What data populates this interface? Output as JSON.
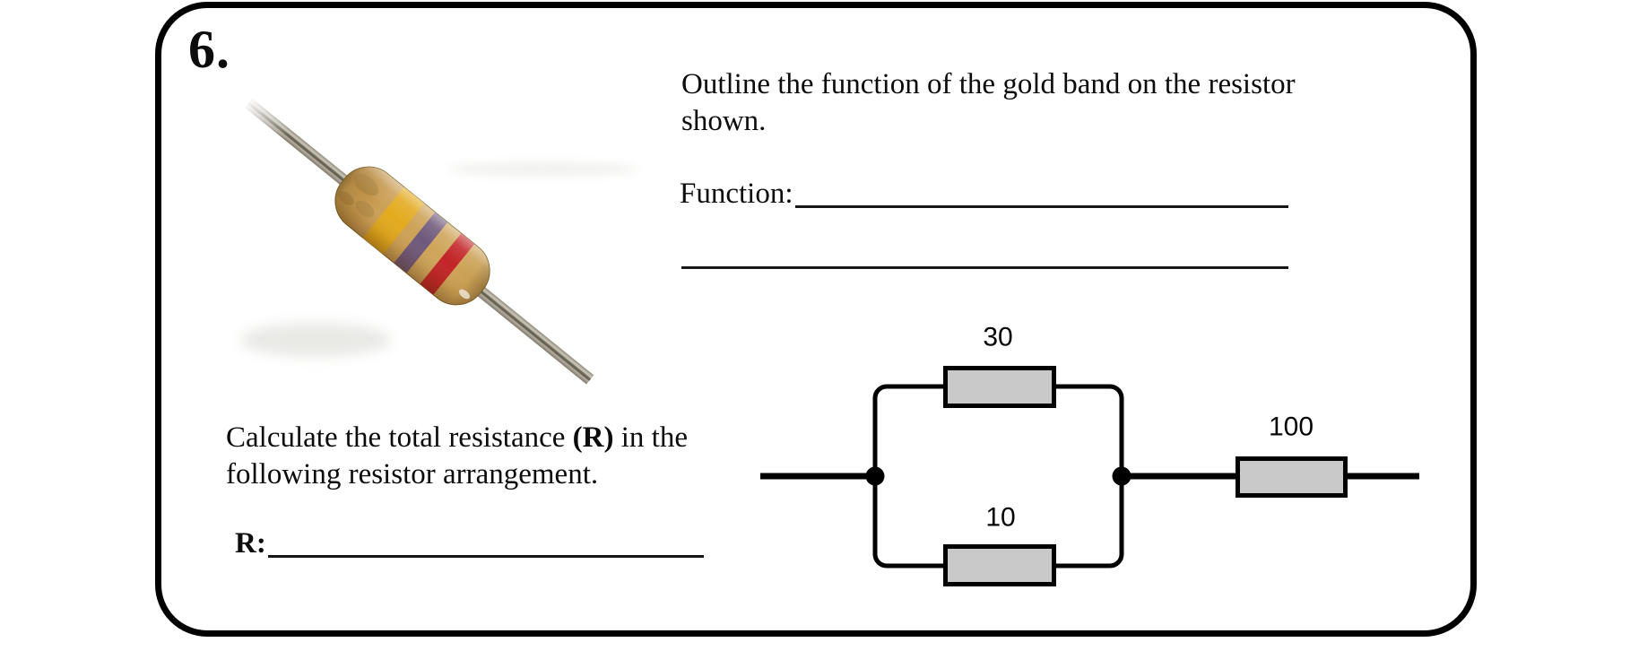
{
  "page": {
    "background": "#ffffff",
    "border_color": "#000000"
  },
  "question": {
    "number": "6.",
    "part_a": {
      "prompt_line1": "Outline the function of the gold band on the resistor",
      "prompt_line2": "shown.",
      "answer_label": "Function:"
    },
    "part_b": {
      "prompt_pre": "Calculate the total resistance ",
      "prompt_bold": "(R)",
      "prompt_post": " in the",
      "prompt_line2": "following resistor arrangement.",
      "answer_label": "R:"
    }
  },
  "resistor_photo": {
    "description": "carbon-film resistor with axial leads, photographed diagonally",
    "body_color": "#CDA257",
    "band_colors": {
      "band1_yellow": "#E3AA1E",
      "band2_violet": "#6F597B",
      "band3_red": "#C22427"
    },
    "lead_color": "#A49E8F"
  },
  "circuit": {
    "type": "resistor-network-diagram",
    "parallel_resistors": [
      {
        "label": "30"
      },
      {
        "label": "10"
      }
    ],
    "series_resistor": {
      "label": "100"
    },
    "resistor_fill": "#C9C9C9",
    "wire_color": "#000000"
  }
}
